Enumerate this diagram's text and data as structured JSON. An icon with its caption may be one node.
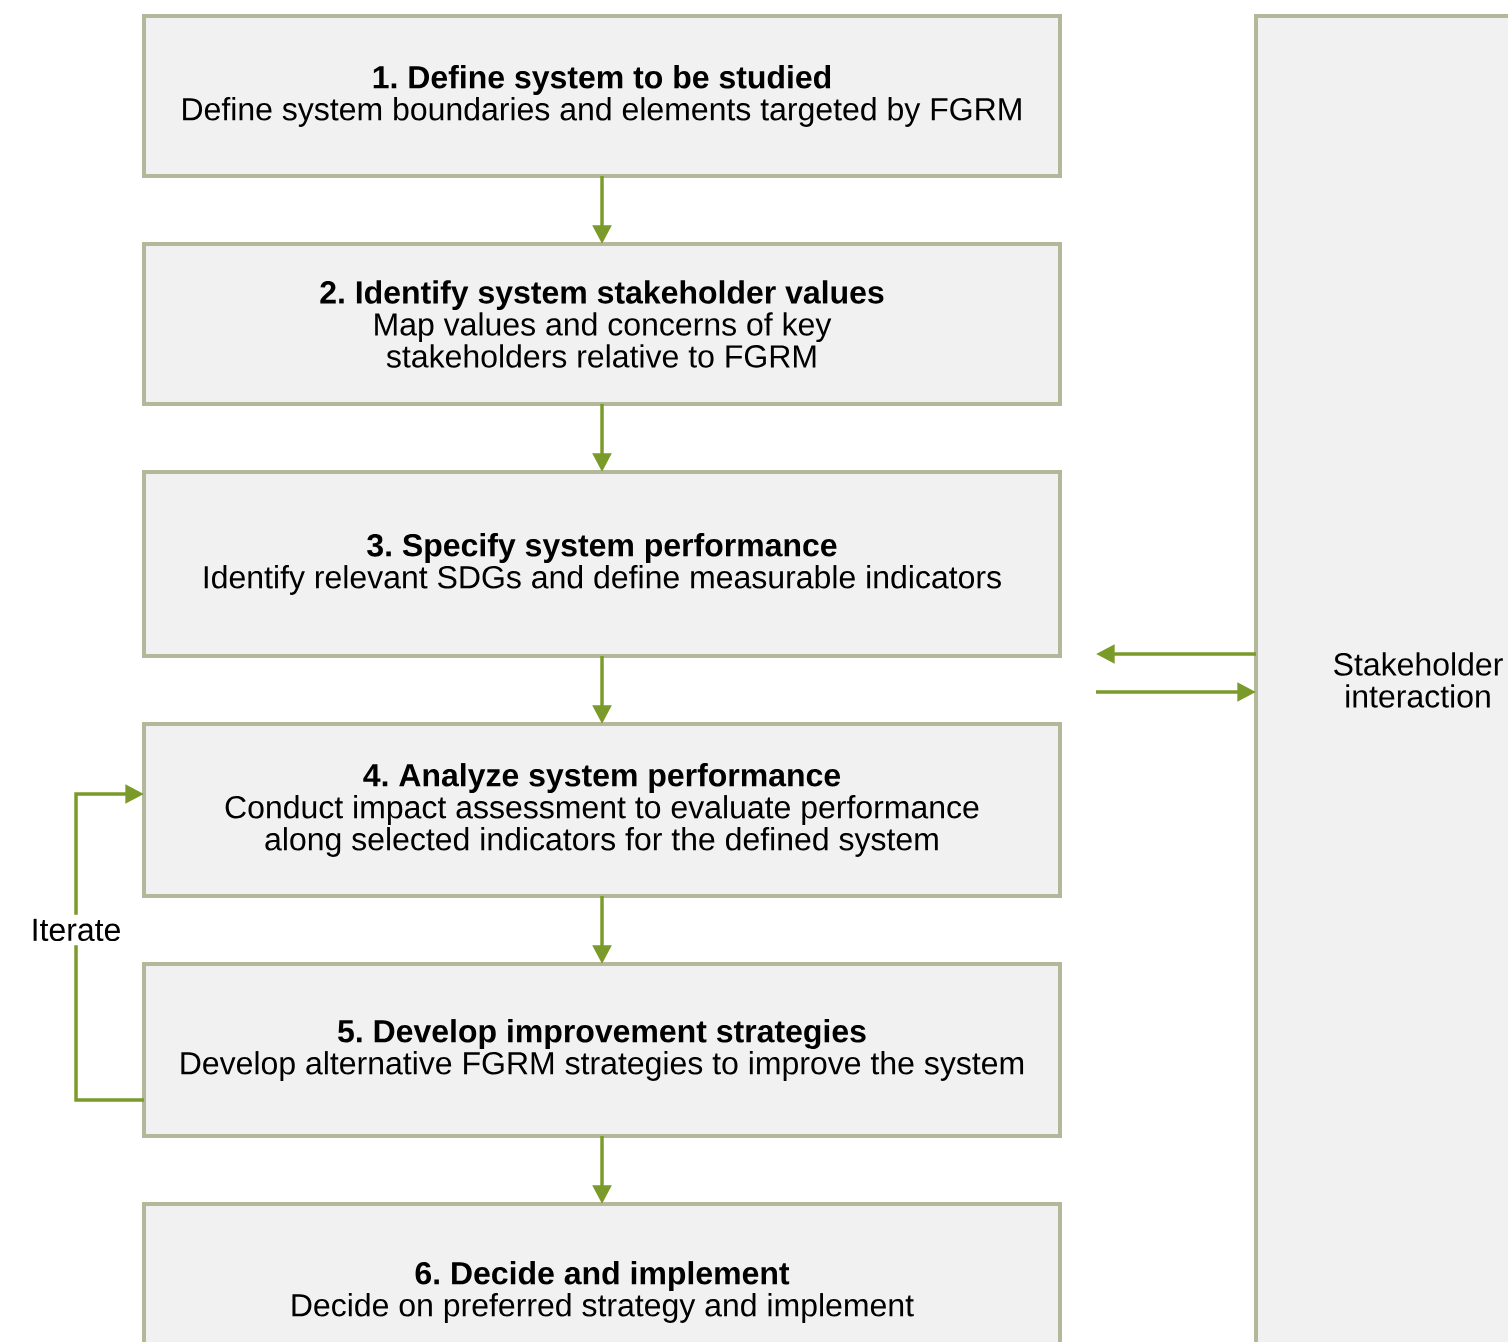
{
  "diagram": {
    "nodes": [
      {
        "text": [
          "1. Define system to be studied",
          "Define system boundaries and elements targeted by FGRM"
        ]
      },
      {
        "text": [
          "2. Identify system stakeholder values",
          "Map values and concerns of key stakeholders relative to FGRM"
        ]
      },
      {
        "text": [
          "3. Specify system performance",
          "Identify relevant SDGs and define measurable indicators"
        ]
      },
      {
        "text": [
          "4. Analyze system performance",
          "Conduct impact assessment to evaluate performance along selected indicators for the defined system"
        ]
      },
      {
        "text": [
          "5. Develop improvement strategies",
          "Develop alternative FGRM strategies to improve the system"
        ]
      },
      {
        "text": [
          "6. Decide and implement",
          "Decide on preferred strategy and implement"
        ]
      },
      {
        "text": [
          "Stakeholder interaction"
        ]
      }
    ],
    "edges": [
      {
        "from": 0,
        "to": 1,
        "arrow": "to"
      },
      {
        "from": 1,
        "to": 2,
        "arrow": "to"
      },
      {
        "from": 2,
        "to": 3,
        "arrow": "to"
      },
      {
        "from": 3,
        "to": 4,
        "arrow": "to"
      },
      {
        "from": 4,
        "to": 5,
        "arrow": "to"
      },
      {
        "from": 4,
        "to": 3,
        "arrow": "to",
        "label": "Iterate"
      },
      {
        "from": 6,
        "to": null,
        "arrow": "to"
      },
      {
        "from": null,
        "to": 6,
        "arrow": "to"
      }
    ]
  }
}
